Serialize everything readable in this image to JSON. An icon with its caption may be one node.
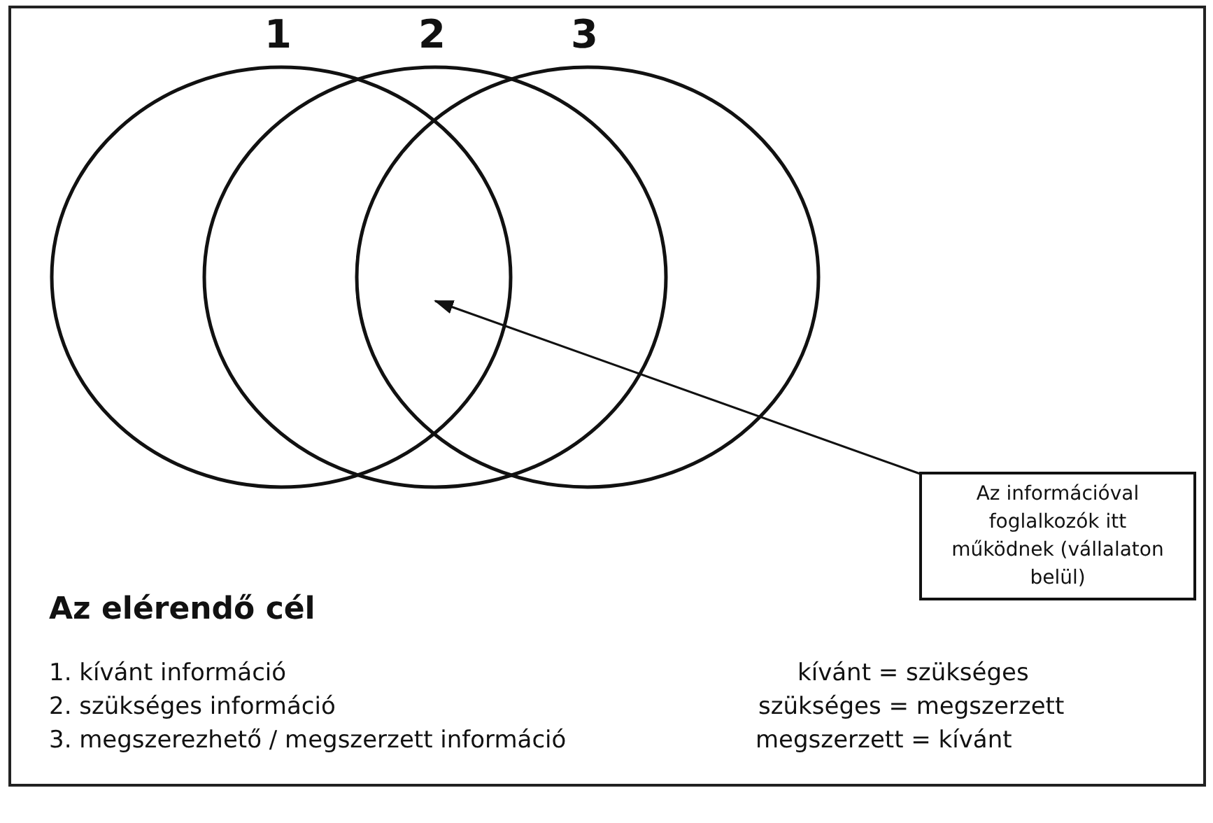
{
  "diagram": {
    "nodes": [
      {
        "text": [
          "1"
        ]
      },
      {
        "text": [
          "2"
        ]
      },
      {
        "text": [
          "3"
        ]
      },
      {
        "text": [
          "Az információval foglalkozók itt működnek (vállalaton belül)"
        ]
      }
    ],
    "edges": [
      {
        "from": 3,
        "to": 1,
        "arrow": "to"
      }
    ],
    "labels": [
      "Az elérendő cél",
      "1. kívánt információ",
      "kívánt = szükséges",
      "2. szükséges információ",
      "szükséges = megszerzett",
      "3. megszerezhető / megszerzett információ",
      "megszerzett = kívánt"
    ]
  }
}
